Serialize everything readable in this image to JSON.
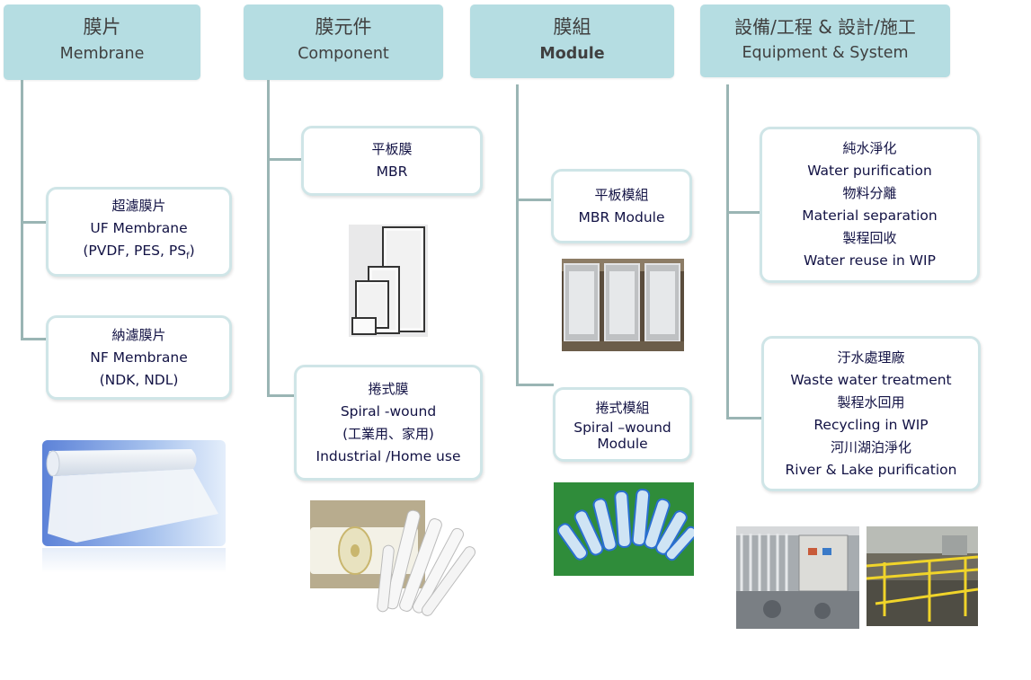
{
  "headers": [
    {
      "zh": "膜片",
      "en": "Membrane"
    },
    {
      "zh": "膜元件",
      "en": "Component"
    },
    {
      "zh": "膜組",
      "en": "Module"
    },
    {
      "zh": "設備/工程 & 設計/施工",
      "en": "Equipment & System"
    }
  ],
  "membrane": {
    "uf": {
      "zh": "超濾膜片",
      "en": "UF Membrane",
      "detail": "(PVDF, PES, PS",
      "detail_sub": "f",
      "detail_end": ")"
    },
    "nf": {
      "zh": "納濾膜片",
      "en": "NF Membrane",
      "detail": "(NDK, NDL)"
    }
  },
  "component": {
    "mbr": {
      "zh": "平板膜",
      "en": "MBR"
    },
    "spiral": {
      "zh": "捲式膜",
      "en": "Spiral -wound",
      "detail_zh": "(工業用、家用)",
      "detail_en": "Industrial /Home  use"
    }
  },
  "module": {
    "mbr": {
      "zh": "平板模組",
      "en": "MBR Module"
    },
    "spiral": {
      "zh": "捲式模組",
      "en1": "Spiral –wound",
      "en2": "Module"
    }
  },
  "system": {
    "box1": [
      "純水淨化",
      "Water purification",
      "物料分離",
      "Material separation",
      "製程回收",
      "Water reuse in WIP"
    ],
    "box2": [
      "汙水處理廠",
      "Waste water treatment",
      "製程水回用",
      "Recycling in WIP",
      "河川湖泊淨化",
      "River & Lake purification"
    ]
  },
  "colors": {
    "header_bg": "#b5dde2",
    "box_border": "#cfe5e7",
    "connector": "#9ab5b4",
    "text": "#121244"
  }
}
